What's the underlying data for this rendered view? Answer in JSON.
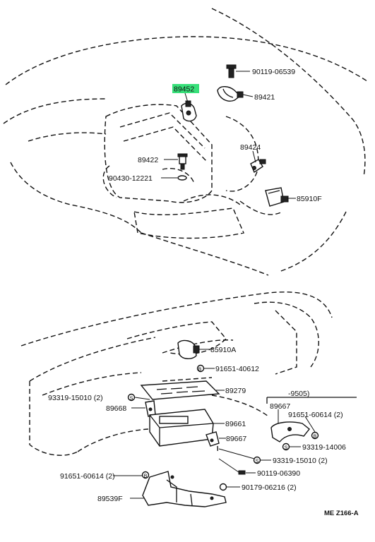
{
  "highlighted_part": "89452",
  "labels": {
    "p90119_06539": "90119-06539",
    "p89452": "89452",
    "p89421": "89421",
    "p89424": "89424",
    "p89422": "89422",
    "p90430_12221": "90430-12221",
    "p85910F": "85910F",
    "p85910A": "85910A",
    "p91651_40612": "91651-40612",
    "p89279": "89279",
    "p93319_15010_2a": "93319-15010 (2)",
    "p89668": "89668",
    "p89661": "89661",
    "ref_9505": "-9505)",
    "p89667a": "89667",
    "p91651_60614_2a": "91651-60614 (2)",
    "p93319_14006": "93319-14006",
    "p89667b": "89667",
    "p93319_15010_2b": "93319-15010 (2)",
    "p91651_60614_2b": "91651-60614 (2)",
    "p90119_06390": "90119-06390",
    "p89539F": "89539F",
    "p90179_06216_2": "90179-06216 (2)",
    "ref_code": "ME Z166-A"
  },
  "callout_letters": {
    "s": "S",
    "b": "B"
  },
  "colors": {
    "highlight": "#38e07a",
    "ink": "#111111"
  }
}
